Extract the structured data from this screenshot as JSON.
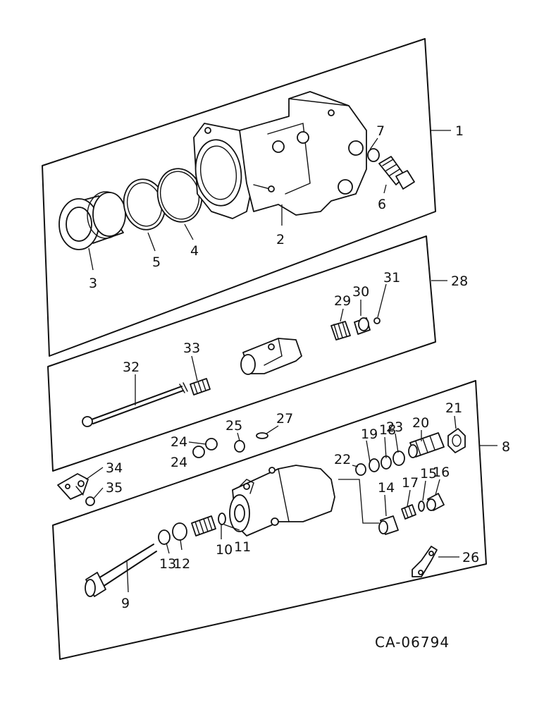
{
  "drawing_number": "CA-06794",
  "callouts": {
    "c1": "1",
    "c2": "2",
    "c3": "3",
    "c4": "4",
    "c5": "5",
    "c6": "6",
    "c7": "7",
    "c8": "8",
    "c9": "9",
    "c10": "10",
    "c11": "11",
    "c12": "12",
    "c13": "13",
    "c14": "14",
    "c15": "15",
    "c16": "16",
    "c17": "17",
    "c18": "18",
    "c19": "19",
    "c20": "20",
    "c21": "21",
    "c22": "22",
    "c23": "23",
    "c24a": "24",
    "c24b": "24",
    "c25": "25",
    "c26": "26",
    "c27": "27",
    "c28": "28",
    "c29": "29",
    "c30": "30",
    "c31": "31",
    "c32": "32",
    "c33": "33",
    "c34": "34",
    "c35": "35"
  }
}
